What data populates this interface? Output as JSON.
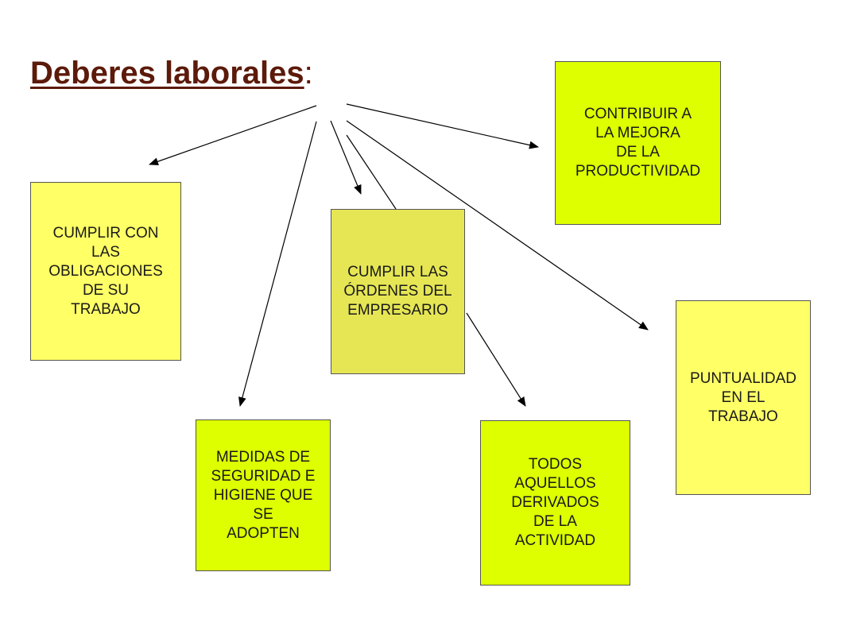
{
  "title": {
    "main": "Deberes laborales",
    "suffix": ":"
  },
  "colors": {
    "title": "#5c1a0a",
    "lime": "#ddff00",
    "pale_yellow": "#ffff66",
    "olive_yellow": "#e6e655"
  },
  "boxes": {
    "contribuir": {
      "text": "CONTRIBUIR A\nLA MEJORA\nDE LA\nPRODUCTIVIDAD",
      "color": "#ddff00"
    },
    "cumplir_obligaciones": {
      "text": "CUMPLIR CON\nLAS\nOBLIGACIONES\nDE SU\nTRABAJO",
      "color": "#ffff66"
    },
    "cumplir_ordenes": {
      "text": "CUMPLIR LAS\nÓRDENES DEL\nEMPRESARIO",
      "color": "#e6e655"
    },
    "medidas": {
      "text": "MEDIDAS DE\nSEGURIDAD E\nHIGIENE QUE\nSE\nADOPTEN",
      "color": "#ddff00"
    },
    "todos": {
      "text": "TODOS\nAQUELLOS\nDERIVADOS\nDE LA\nACTIVIDAD",
      "color": "#ddff00"
    },
    "puntualidad": {
      "text": "PUNTUALIDAD\nEN EL\nTRABAJO",
      "color": "#ffff66"
    }
  }
}
